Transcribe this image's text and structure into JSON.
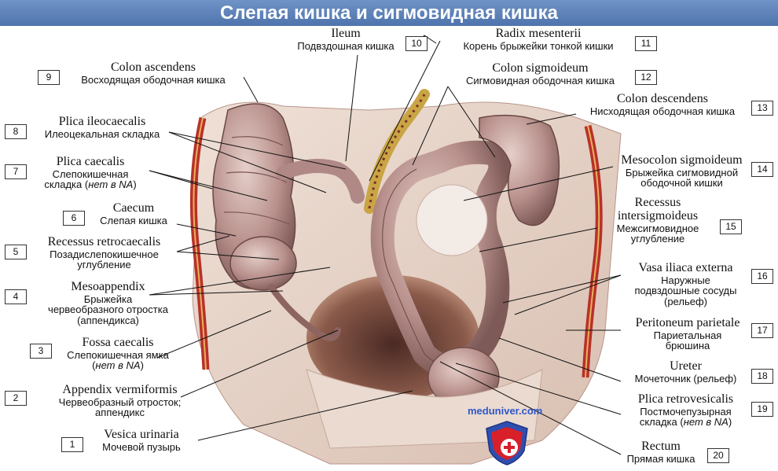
{
  "title": "Слепая кишка и сигмовидная кишка",
  "watermark": "meduniver.com",
  "labels": {
    "n1": {
      "num": "1",
      "latin": "Vesica urinaria",
      "rus": [
        "Мочевой пузырь"
      ]
    },
    "n2": {
      "num": "2",
      "latin": "Appendix vermiformis",
      "rus": [
        "Червеобразный отросток;",
        "аппендикс"
      ]
    },
    "n3": {
      "num": "3",
      "latin": "Fossa caecalis",
      "rus": [
        "Слепокишечная ямка"
      ],
      "note_pre": "(",
      "note": "нет в NA",
      "note_post": ")"
    },
    "n4": {
      "num": "4",
      "latin": "Mesoappendix",
      "rus": [
        "Брыжейка",
        "червеобразного отростка",
        "(аппендикса)"
      ]
    },
    "n5": {
      "num": "5",
      "latin": "Recessus retrocaecalis",
      "rus": [
        "Позадислепокишечное",
        "углубление"
      ]
    },
    "n6": {
      "num": "6",
      "latin": "Caecum",
      "rus": [
        "Слепая кишка"
      ]
    },
    "n7": {
      "num": "7",
      "latin": "Plica caecalis",
      "rus": [
        "Слепокишечная"
      ],
      "rus_pre": "складка (",
      "note": "нет в NA",
      "note_post": ")"
    },
    "n8": {
      "num": "8",
      "latin": "Plica ileocaecalis",
      "rus": [
        "Илеоцекальная складка"
      ]
    },
    "n9": {
      "num": "9",
      "latin": "Colon ascendens",
      "rus": [
        "Восходящая ободочная кишка"
      ]
    },
    "n10": {
      "num": "10",
      "latin": "Ileum",
      "rus": [
        "Подвздошная кишка"
      ]
    },
    "n11": {
      "num": "11",
      "latin": "Radix mesenterii",
      "rus": [
        "Корень брыжейки тонкой кишки"
      ]
    },
    "n12": {
      "num": "12",
      "latin": "Colon sigmoideum",
      "rus": [
        "Сигмовидная ободочная кишка"
      ]
    },
    "n13": {
      "num": "13",
      "latin": "Colon descendens",
      "rus": [
        "Нисходящая ободочная кишка"
      ]
    },
    "n14": {
      "num": "14",
      "latin": "Mesocolon sigmoideum",
      "rus": [
        "Брыжейка сигмовидной",
        "ободочной кишки"
      ]
    },
    "n15": {
      "num": "15",
      "latin": "Recessus",
      "latin2": "intersigmoideus",
      "rus": [
        "Межсигмовидное",
        "углубление"
      ]
    },
    "n16": {
      "num": "16",
      "latin": "Vasa iliaca externa",
      "rus": [
        "Наружные",
        "подвздошные сосуды",
        "(рельеф)"
      ]
    },
    "n17": {
      "num": "17",
      "latin": "Peritoneum parietale",
      "rus": [
        "Париетальная",
        "брюшина"
      ]
    },
    "n18": {
      "num": "18",
      "latin": "Ureter",
      "rus": [
        "Мочеточник (рельеф)"
      ]
    },
    "n19": {
      "num": "19",
      "latin": "Plica retrovesicalis",
      "rus": [
        "Постмочепузырная"
      ],
      "rus_pre": "складка (",
      "note": "нет в NA",
      "note_post": ")"
    },
    "n20": {
      "num": "20",
      "latin": "Rectum",
      "rus": [
        "Прямая кишка"
      ]
    }
  }
}
